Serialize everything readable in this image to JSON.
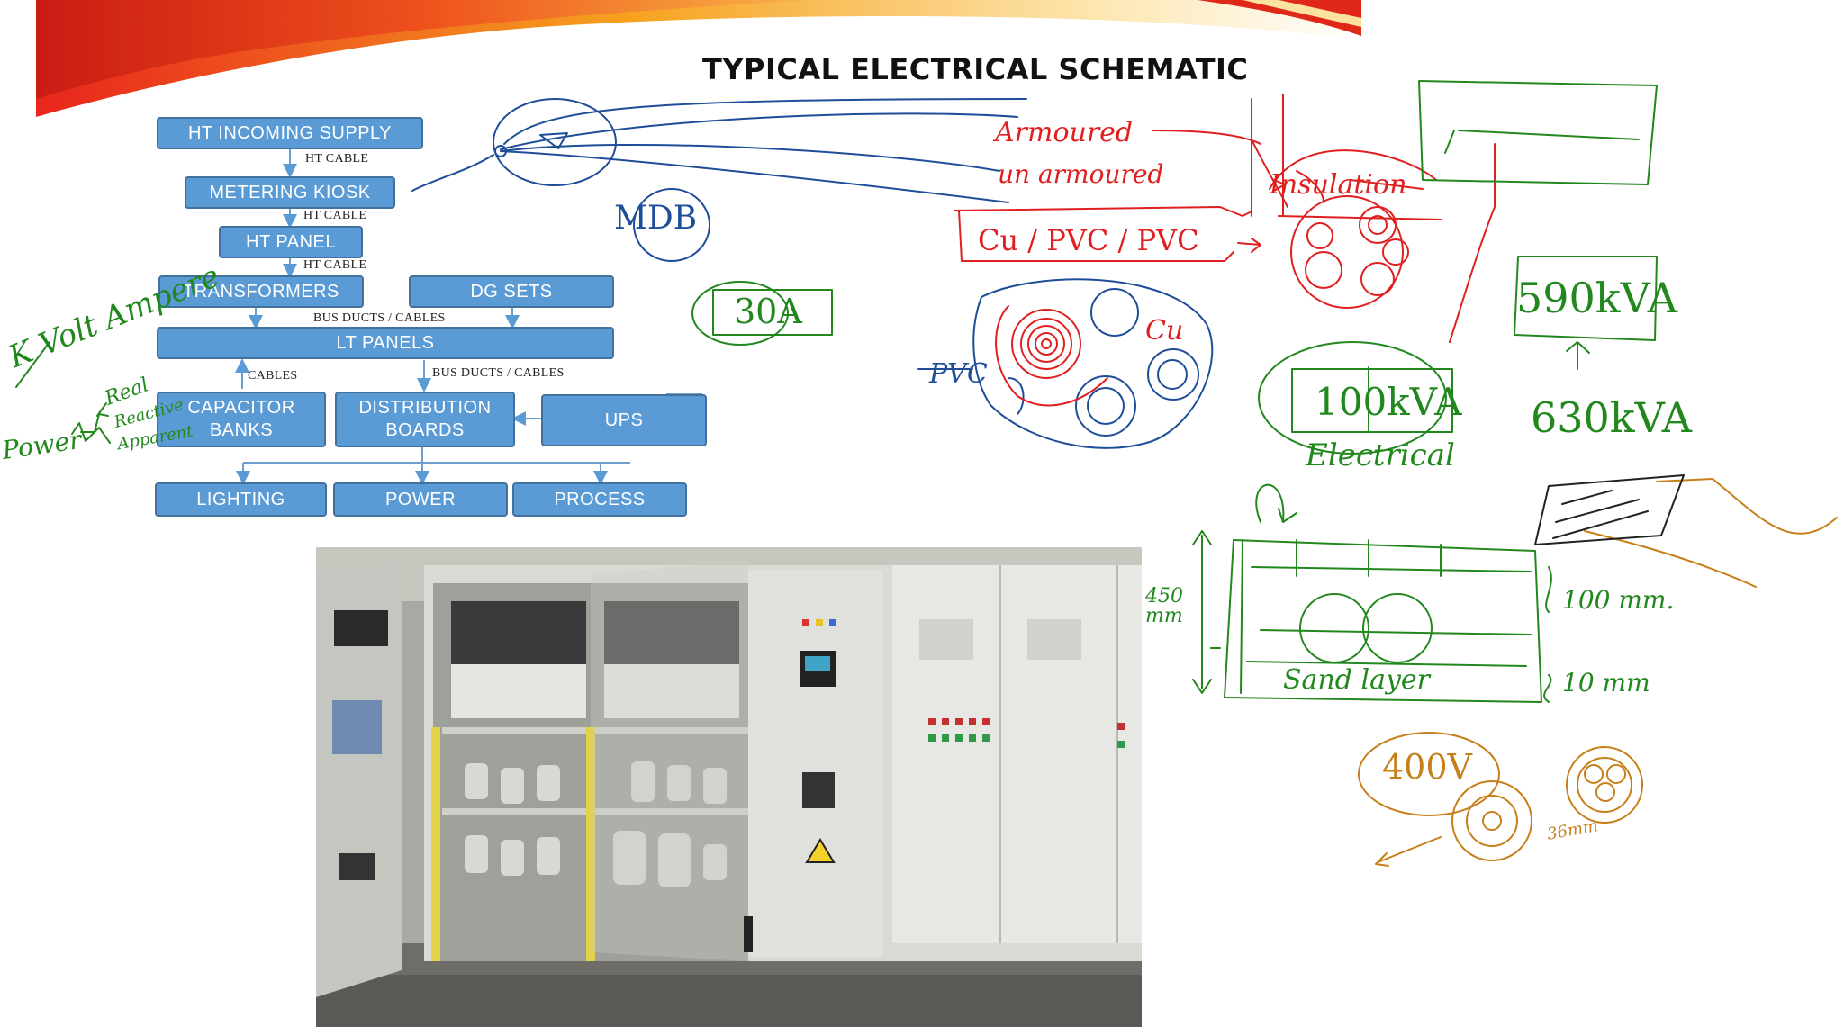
{
  "title": "TYPICAL ELECTRICAL SCHEMATIC",
  "flowchart": {
    "boxes": {
      "ht_incoming": "HT INCOMING SUPPLY",
      "metering": "METERING KIOSK",
      "ht_panel": "HT PANEL",
      "transformers": "TRANSFORMERS",
      "dg_sets": "DG SETS",
      "lt_panels": "LT PANELS",
      "capacitor": "CAPACITOR BANKS",
      "distribution": "DISTRIBUTION BOARDS",
      "ups": "UPS",
      "lighting": "LIGHTING",
      "power": "POWER",
      "process": "PROCESS"
    },
    "connector_labels": {
      "ht_cable_1": "HT CABLE",
      "ht_cable_2": "HT CABLE",
      "ht_cable_3": "HT CABLE",
      "bus_ducts_cables_1": "BUS DUCTS / CABLES",
      "cables": "CABLES",
      "bus_ducts_cables_2": "BUS DUCTS / CABLES"
    }
  },
  "annotations": {
    "kvolt_ampere": "K Volt Ampere",
    "power": "Power",
    "real": "Real",
    "reactive": "Reactive",
    "apparent": "Apparent",
    "mdb": "MDB",
    "amp_30": "30A",
    "armoured": "Armoured",
    "un_armoured": "un armoured",
    "insulation": "Insulation",
    "cu_pvc": "Cu / PVC / PVC",
    "cu": "Cu",
    "pvc": "PVC",
    "kva_590": "590kVA",
    "kva_630": "630kVA",
    "kva_100": "100kVA",
    "electrical": "Electrical",
    "mm_450": "450 mm",
    "mm_100": "100 mm.",
    "sand_layer": "Sand layer",
    "mm_10": "10 mm",
    "v_400": "400V",
    "mm_36": "36mm"
  },
  "colors": {
    "box_fill": "#5b9bd5",
    "box_border": "#41719c",
    "ink_red": "#e02020",
    "ink_green": "#22881e",
    "ink_blue": "#1f4e99",
    "ink_orange": "#c77f1a"
  }
}
